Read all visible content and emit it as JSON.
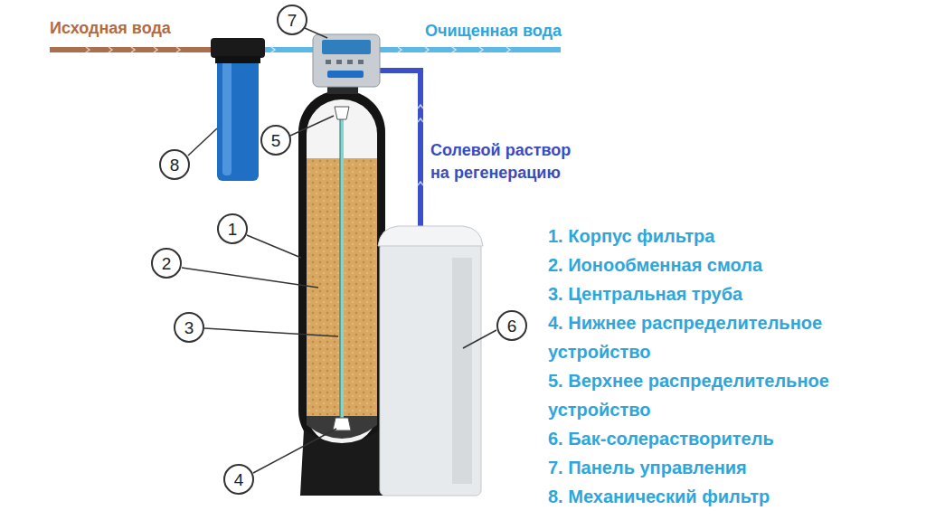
{
  "diagram": {
    "nodes": [
      {
        "text": [
          "7"
        ]
      },
      {
        "text": [
          "5"
        ]
      },
      {
        "text": [
          "8"
        ]
      },
      {
        "text": [
          "1"
        ]
      },
      {
        "text": [
          "2"
        ]
      },
      {
        "text": [
          "3"
        ]
      },
      {
        "text": [
          "6"
        ]
      },
      {
        "text": [
          "4"
        ]
      }
    ],
    "labels": [
      "Исходная вода",
      "Очищенная вода",
      "Солевой раствор на регенерацию",
      "1. Корпус фильтра",
      "2. Ионообменная смола",
      "3. Центральная труба",
      "4. Нижнее распределительное устройство",
      "5. Верхнее распределительное устройство",
      "6. Бак-солерастворитель",
      "7. Панель управления",
      "8. Механический фильтр"
    ]
  }
}
